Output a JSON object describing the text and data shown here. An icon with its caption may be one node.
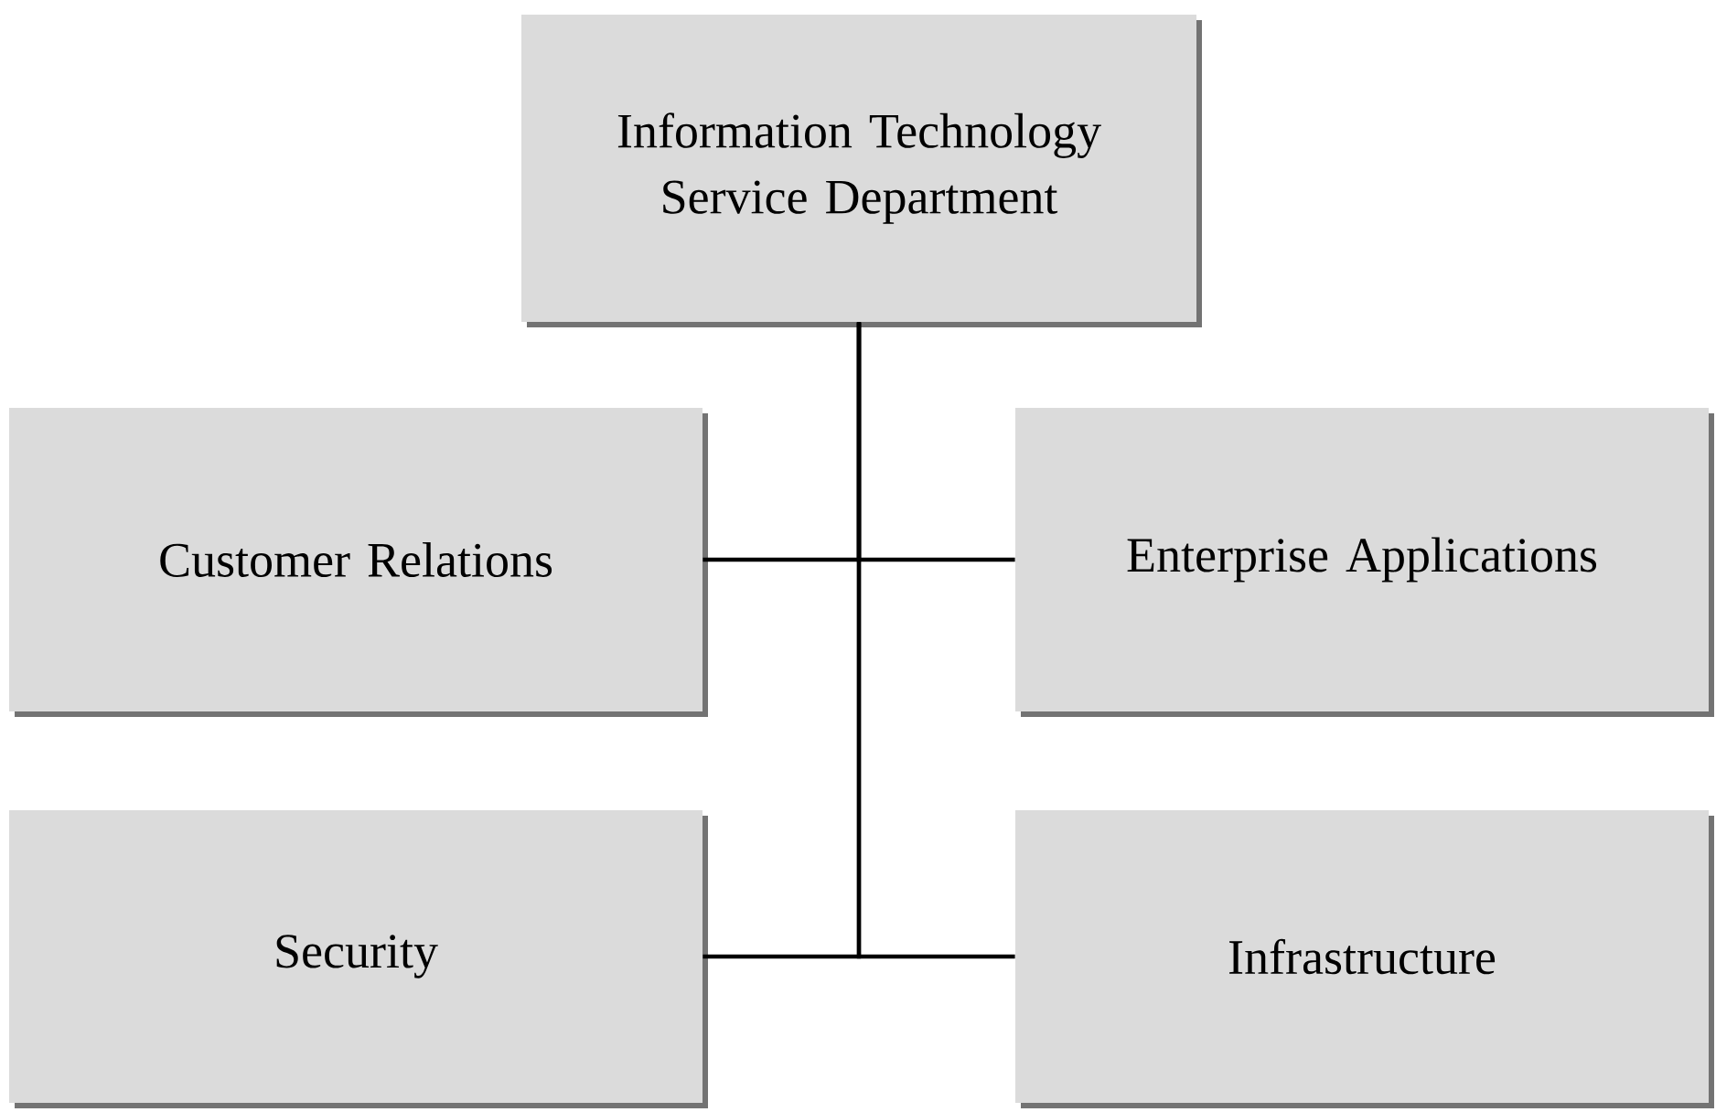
{
  "diagram": {
    "nodes": [
      {
        "text": [
          "Information Technology Service Department"
        ]
      },
      {
        "text": [
          "Customer Relations"
        ]
      },
      {
        "text": [
          "Enterprise Applications"
        ]
      },
      {
        "text": [
          "Security"
        ]
      },
      {
        "text": [
          "Infrastructure"
        ]
      }
    ],
    "edges": [
      {
        "from": 0,
        "to": 1,
        "arrow": "none"
      },
      {
        "from": 0,
        "to": 2,
        "arrow": "none"
      },
      {
        "from": 0,
        "to": 3,
        "arrow": "none"
      },
      {
        "from": 0,
        "to": 4,
        "arrow": "none"
      }
    ]
  }
}
